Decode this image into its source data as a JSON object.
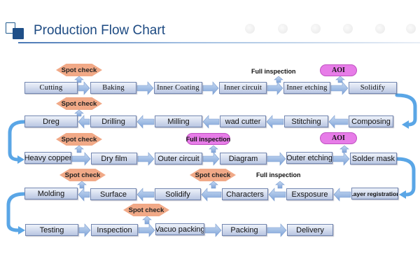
{
  "header": {
    "title": "Production Flow Chart"
  },
  "rows": [
    [
      "Cutting",
      "Baking",
      "Inner Coating",
      "Inner circuit",
      "Inner etching",
      "Solidify"
    ],
    [
      "Dreg",
      "Drilling",
      "Milling",
      "wad cutter",
      "Stitching",
      "Composing"
    ],
    [
      "Heavy copper",
      "Dry film",
      "Outer circuit",
      "Diagram",
      "Outer etching",
      "Solder mask"
    ],
    [
      "Molding",
      "Surface",
      "Solidify",
      "Characters",
      "Exsposure",
      "Layer registration"
    ],
    [
      "Testing",
      "Inspection",
      "Vacuo packing",
      "Packing",
      "Delivery"
    ]
  ],
  "labels": {
    "spot_check": "Spot check",
    "full_inspection": "Full inspection",
    "aoi": "AOI"
  },
  "colors": {
    "box_top": "#eef2fa",
    "box_bottom": "#b9c6e2",
    "arrow": "#8eb0e0",
    "spot_check": "#f1a987",
    "highlight": "#e77ce8",
    "title": "#1d4a82"
  }
}
